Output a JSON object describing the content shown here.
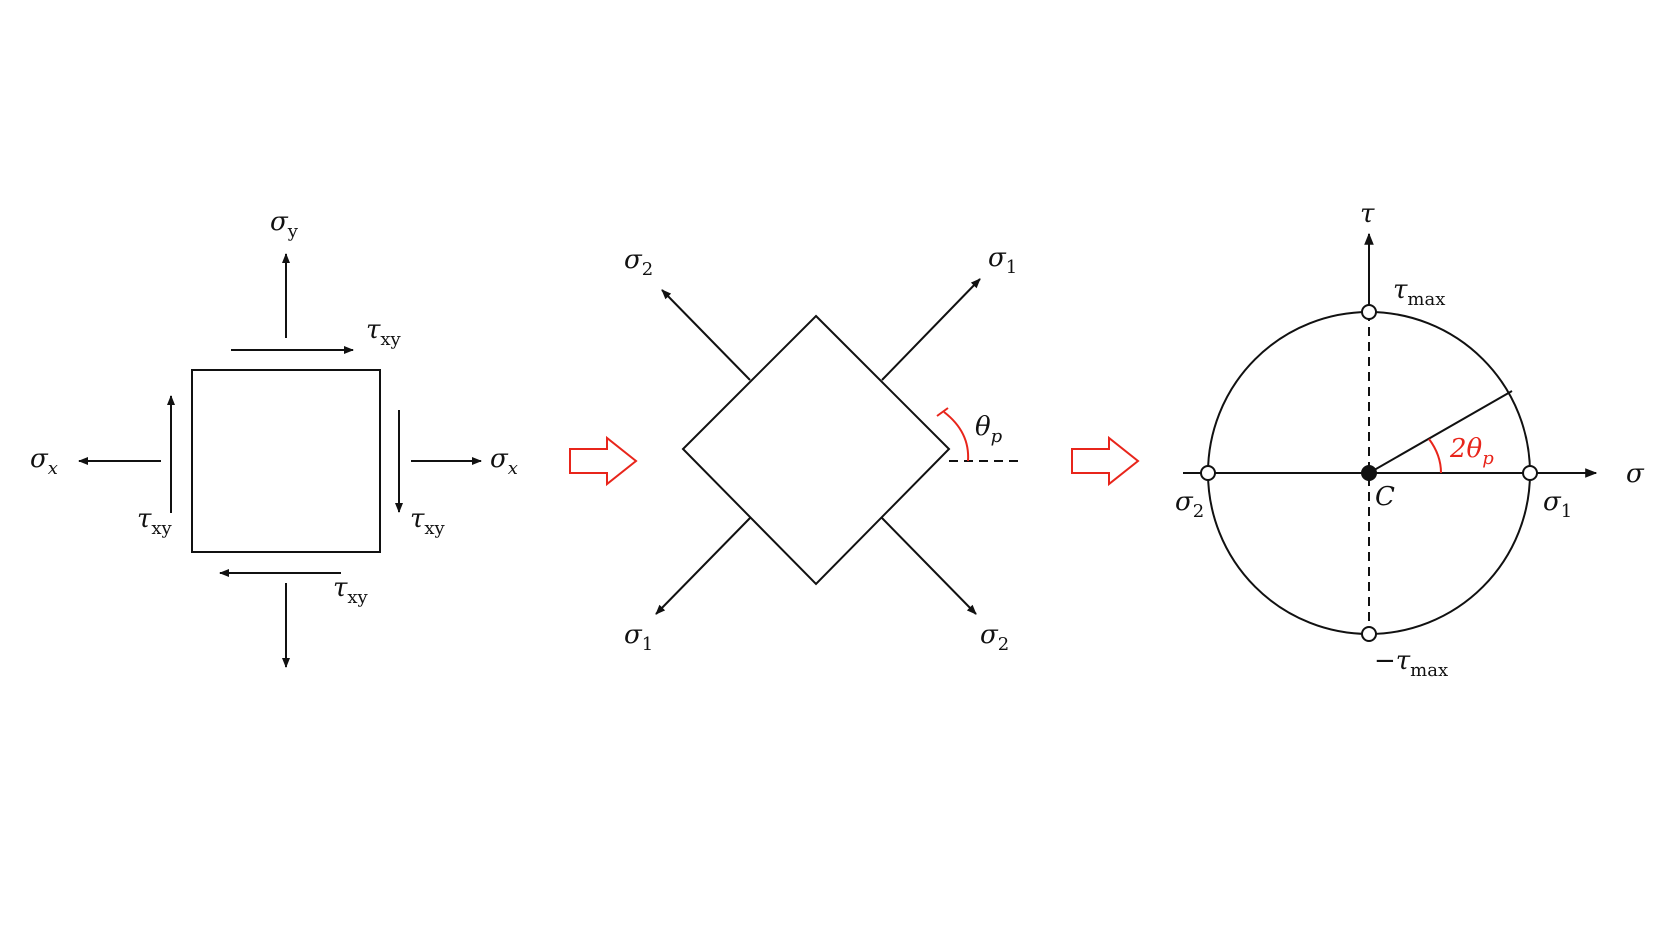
{
  "colors": {
    "line": "#111111",
    "accent": "#e8251b",
    "background": "#ffffff"
  },
  "element": {
    "sigma_y": {
      "sym": "σ",
      "sub": "y"
    },
    "sigma_x_left": {
      "sym": "σ",
      "sub": "x"
    },
    "sigma_x_right": {
      "sym": "σ",
      "sub": "x"
    },
    "tau_top": {
      "sym": "τ",
      "sub": "xy"
    },
    "tau_left": {
      "sym": "τ",
      "sub": "xy"
    },
    "tau_right": {
      "sym": "τ",
      "sub": "xy"
    },
    "tau_bottom": {
      "sym": "τ",
      "sub": "xy"
    }
  },
  "rotated": {
    "sigma1_top": {
      "sym": "σ",
      "sub": "1"
    },
    "sigma2_top": {
      "sym": "σ",
      "sub": "2"
    },
    "sigma1_bottom": {
      "sym": "σ",
      "sub": "1"
    },
    "sigma2_bottom": {
      "sym": "σ",
      "sub": "2"
    },
    "theta": {
      "sym": "θ",
      "sub": "p"
    }
  },
  "mohr": {
    "tau_axis": "τ",
    "sigma_axis": "σ",
    "center": "C",
    "tau_max": {
      "sym": "τ",
      "sub": "max"
    },
    "neg_tau_max": {
      "sym": "−τ",
      "sub": "max"
    },
    "sigma1": {
      "sym": "σ",
      "sub": "1"
    },
    "sigma2": {
      "sym": "σ",
      "sub": "2"
    },
    "two_theta": {
      "sym": "2θ",
      "sub": "p"
    }
  }
}
